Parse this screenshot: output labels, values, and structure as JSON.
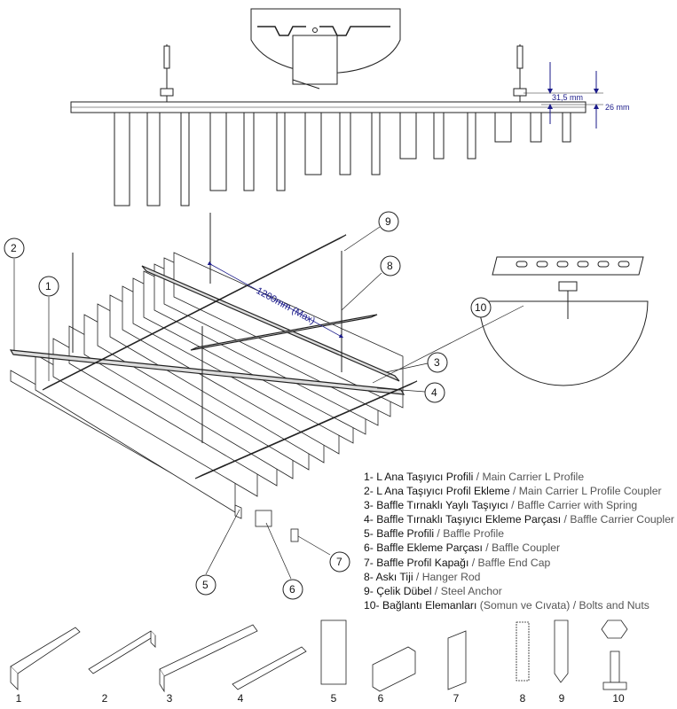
{
  "dimensions": {
    "spacing_label": "1200mm (Max)",
    "dim_top": "31,5 mm",
    "dim_bottom": "26 mm"
  },
  "callouts": [
    "1",
    "2",
    "3",
    "4",
    "5",
    "6",
    "7",
    "8",
    "9",
    "10"
  ],
  "legend": [
    {
      "tr": "1- L Ana Taşıyıcı Profili",
      "en": "Main Carrier L Profile"
    },
    {
      "tr": "2- L Ana Taşıyıcı Profil Ekleme",
      "en": "Main Carrier L Profile Coupler"
    },
    {
      "tr": "3- Baffle Tırnaklı Yaylı Taşıyıcı",
      "en": "Baffle Carrier with Spring"
    },
    {
      "tr": "4- Baffle Tırnaklı Taşıyıcı Ekleme Parçası",
      "en": "Baffle Carrier Coupler"
    },
    {
      "tr": "5- Baffle Profili",
      "en": "Baffle Profile"
    },
    {
      "tr": "6- Baffle Ekleme Parçası",
      "en": "Baffle  Coupler"
    },
    {
      "tr": "7- Baffle Profil Kapağı",
      "en": "Baffle End Cap"
    },
    {
      "tr": "8- Askı Tiji",
      "en": "Hanger Rod"
    },
    {
      "tr": "9- Çelik Dübel",
      "en": "Steel Anchor"
    },
    {
      "tr": "10- Bağlantı Elemanları",
      "extra": "(Somun ve Cıvata)",
      "en": "Bolts and Nuts"
    }
  ],
  "parts_row": [
    "1",
    "2",
    "3",
    "4",
    "5",
    "6",
    "7",
    "8",
    "9",
    "10"
  ],
  "colors": {
    "line": "#222222",
    "dimension": "#1a1a8a",
    "legend_en": "#555555"
  }
}
